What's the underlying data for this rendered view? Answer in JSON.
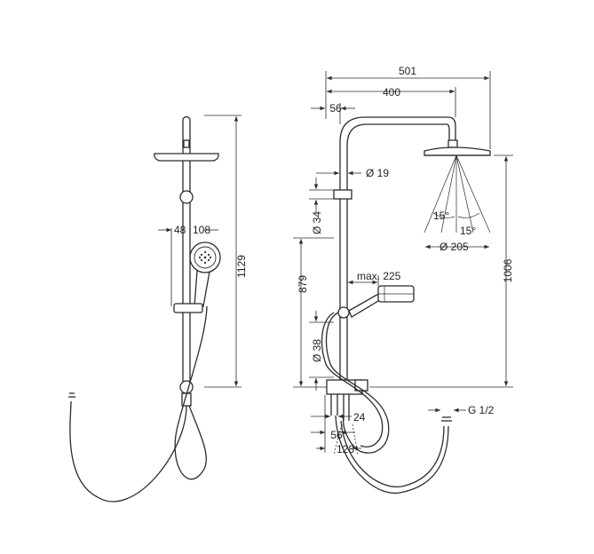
{
  "drawing": {
    "colors": {
      "background": "#ffffff",
      "line": "#2b2b2b",
      "dim_line": "#2b2b2b",
      "fill_light": "#ffffff",
      "fill_dark": "#bdbdbd"
    },
    "front_view": {
      "dimensions": {
        "total_height": "1129",
        "bar_offset": "48",
        "handshower_diameter": "108"
      }
    },
    "side_view": {
      "dimensions": {
        "overall_width": "501",
        "arm_projection": "400",
        "wall_distance": "56",
        "arm_diameter": "Ø 19",
        "holder_diameter": "Ø 34",
        "lower_height": "879",
        "max_reach": "max. 225",
        "pipe_diameter": "Ø 38",
        "overhead_height": "1006",
        "spray_angle_left": "15°",
        "spray_angle_right": "15°",
        "overhead_diameter": "Ø 205",
        "mixer_depth": "24",
        "mixer_wall_distance": "56",
        "mixer_width": "128",
        "hose_thread": "G 1/2"
      }
    }
  }
}
